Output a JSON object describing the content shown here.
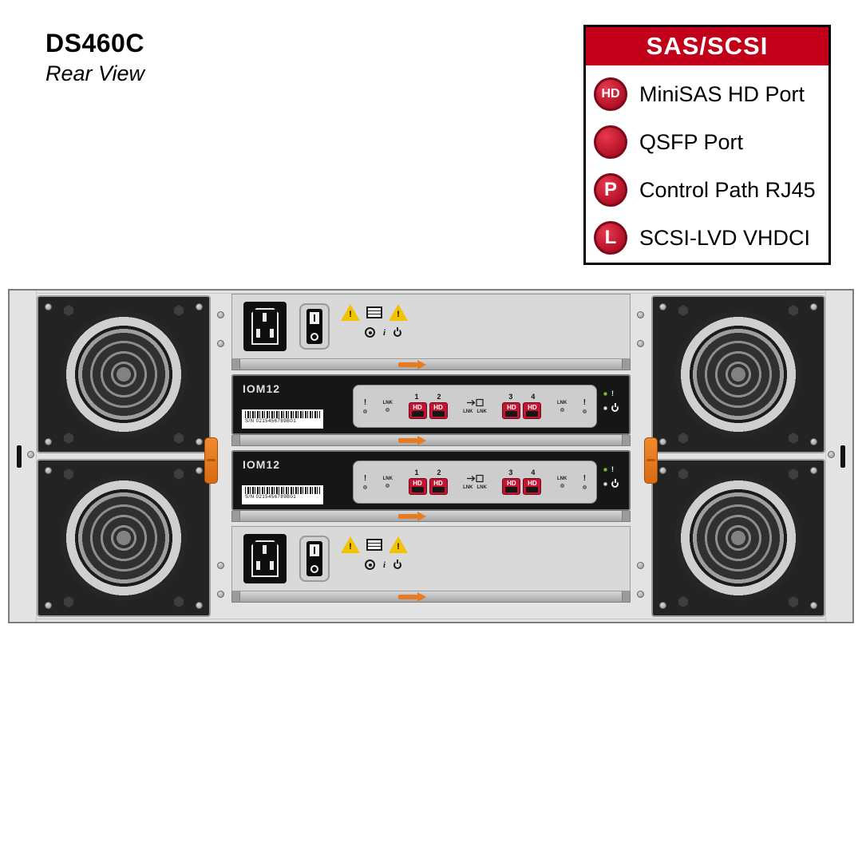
{
  "title": {
    "model": "DS460C",
    "view": "Rear View"
  },
  "legend": {
    "header": "SAS/SCSI",
    "items": [
      {
        "icon": "HD",
        "label": "MiniSAS HD Port"
      },
      {
        "icon": "",
        "label": "QSFP Port"
      },
      {
        "icon": "P",
        "label": "Control Path RJ45"
      },
      {
        "icon": "L",
        "label": "SCSI-LVD VHDCI"
      }
    ]
  },
  "chassis": {
    "iom_modules": [
      {
        "label": "IOM12",
        "serial": "S/N 0215456789B01"
      },
      {
        "label": "IOM12",
        "serial": "S/N 0215456789B01"
      }
    ],
    "port": {
      "numbers": [
        "1",
        "2",
        "3",
        "4"
      ],
      "hd_label": "HD",
      "lnk_label": "LNK",
      "warn_label": "!"
    },
    "icons": {
      "exclaim": "!",
      "info": "i"
    },
    "colors": {
      "latch_orange": "#E87A22",
      "port_red": "#C41434",
      "legend_red": "#C2001A",
      "led_green": "#8CC63F"
    }
  }
}
